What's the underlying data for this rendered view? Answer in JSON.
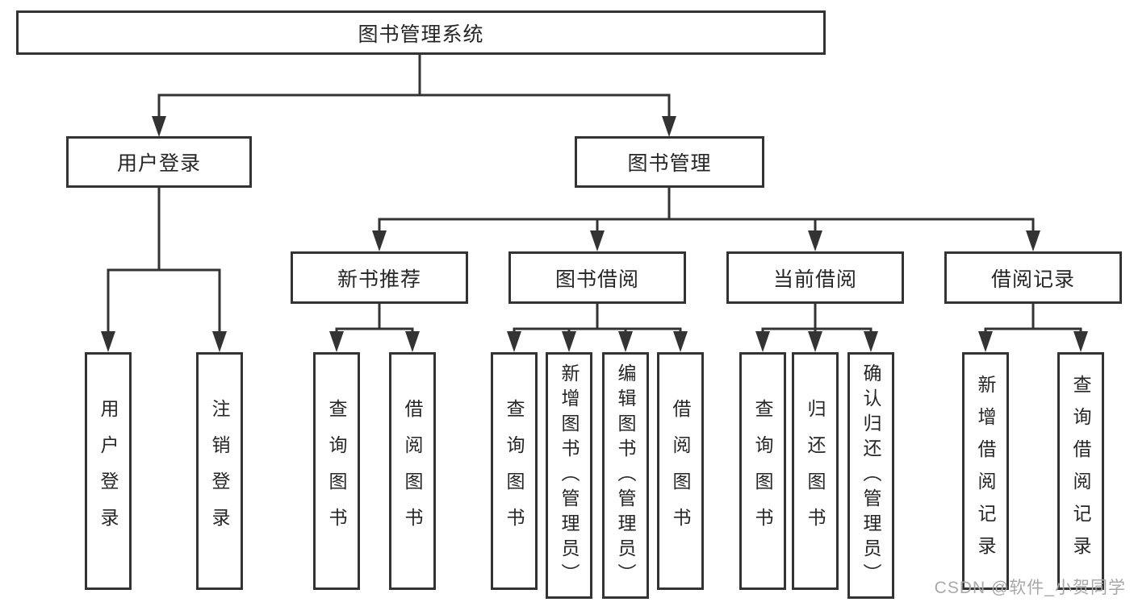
{
  "diagram_type": "hierarchy-tree",
  "tree": {
    "label": "图书管理系统",
    "children": [
      {
        "label": "用户登录",
        "children": [
          {
            "label": "用户登录"
          },
          {
            "label": "注销登录"
          }
        ]
      },
      {
        "label": "图书管理",
        "children": [
          {
            "label": "新书推荐",
            "children": [
              {
                "label": "查询图书"
              },
              {
                "label": "借阅图书"
              }
            ]
          },
          {
            "label": "图书借阅",
            "children": [
              {
                "label": "查询图书"
              },
              {
                "label": "新增图书（管理员）"
              },
              {
                "label": "编辑图书（管理员）"
              },
              {
                "label": "借阅图书"
              }
            ]
          },
          {
            "label": "当前借阅",
            "children": [
              {
                "label": "查询图书"
              },
              {
                "label": "归还图书"
              },
              {
                "label": "确认归还（管理员）"
              }
            ]
          },
          {
            "label": "借阅记录",
            "children": [
              {
                "label": "新增借阅记录"
              },
              {
                "label": "查询借阅记录"
              }
            ]
          }
        ]
      }
    ]
  },
  "watermark": {
    "text": "CSDN @软件_小贺同学"
  },
  "colors": {
    "background": "#ffffff",
    "line": "#333333",
    "box_border": "#333333",
    "text": "#262626",
    "watermark": "#a8a8a8"
  }
}
